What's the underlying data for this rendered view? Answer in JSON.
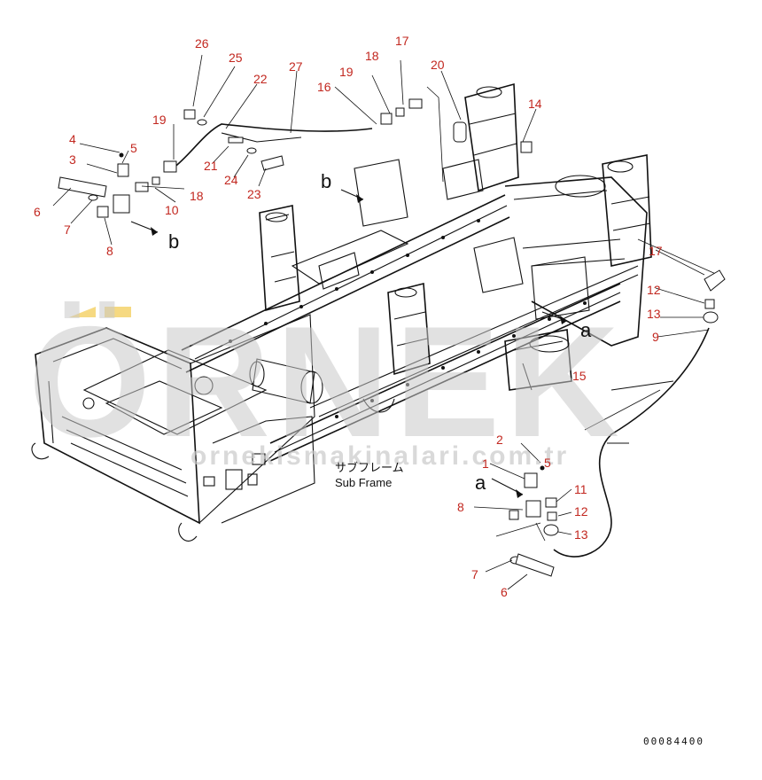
{
  "watermark": {
    "brand": "ÖRNEK",
    "url": "ornekismakinalari.com.tr",
    "color": "#c9c9c9",
    "accent": "#f2c94c"
  },
  "labels": {
    "subframe_jp": "サブフレーム",
    "subframe_en": "Sub Frame",
    "view_a": "a",
    "view_b": "b",
    "drawing_number": "00084400"
  },
  "callout_color": "#c2271f",
  "callouts": [
    "26",
    "25",
    "22",
    "27",
    "19",
    "16",
    "18",
    "17",
    "20",
    "14",
    "4",
    "5",
    "3",
    "19",
    "21",
    "24",
    "23",
    "6",
    "7",
    "8",
    "10",
    "18",
    "17",
    "12",
    "13",
    "9",
    "15",
    "2",
    "1",
    "5",
    "11",
    "8",
    "12",
    "13",
    "7",
    "6"
  ]
}
